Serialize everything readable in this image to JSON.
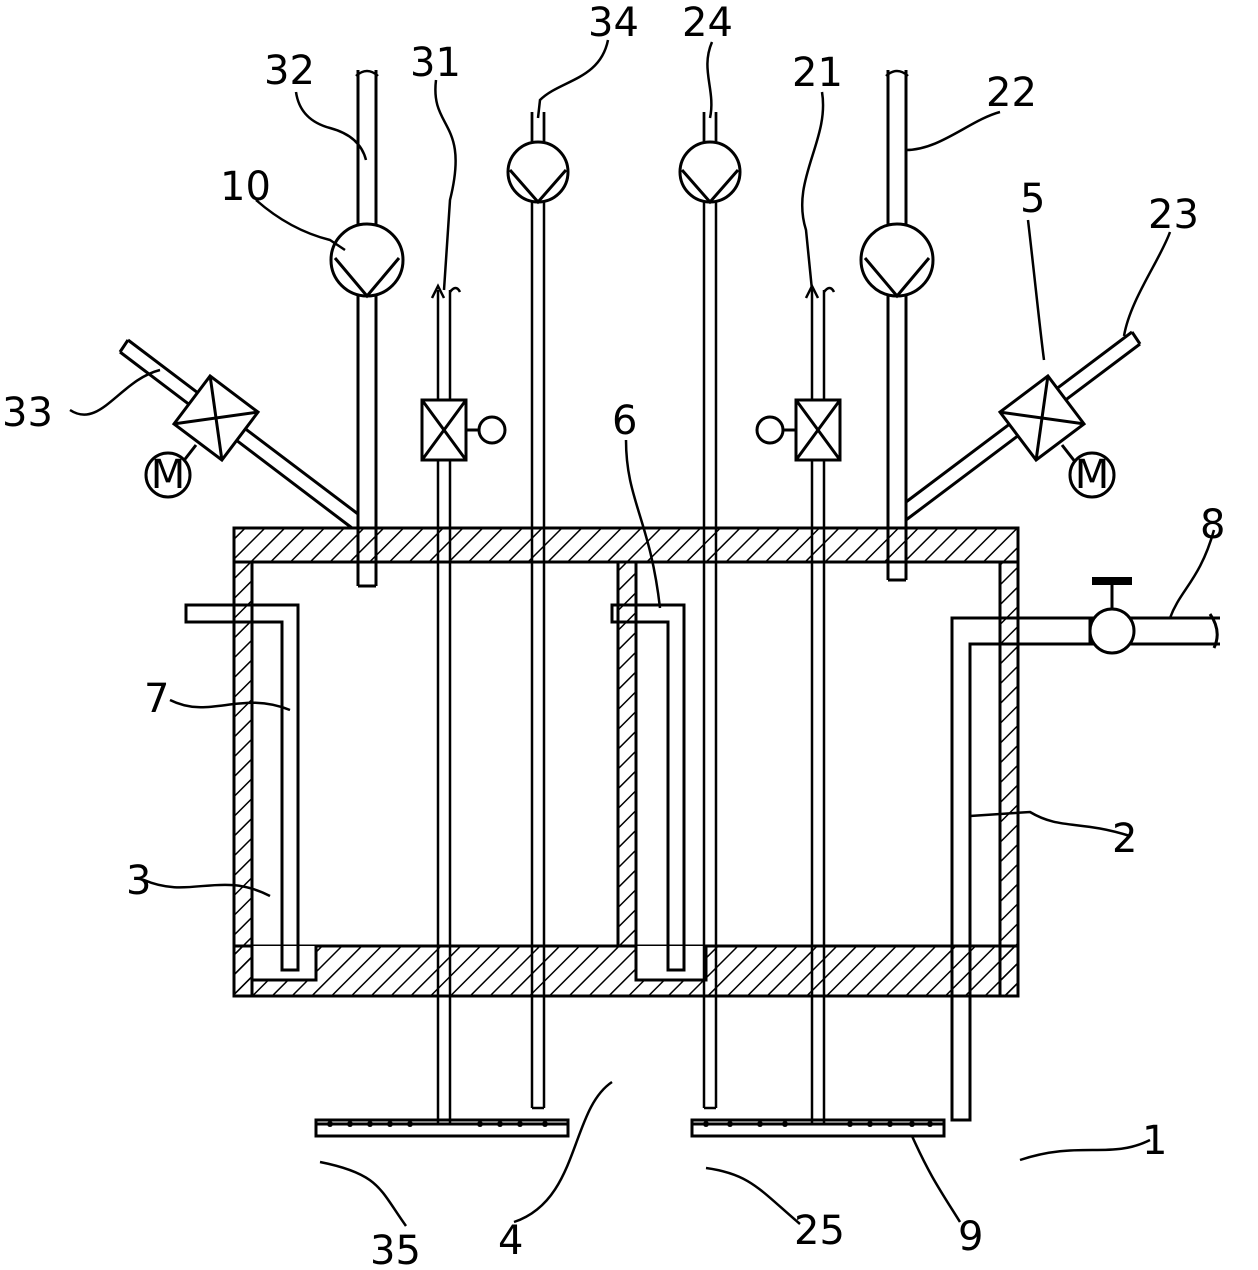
{
  "diagram": {
    "labels": {
      "l32": "32",
      "l31": "31",
      "l34": "34",
      "l24": "24",
      "l21": "21",
      "l22": "22",
      "l10": "10",
      "l5": "5",
      "l23": "23",
      "l33": "33",
      "l6": "6",
      "l8": "8",
      "l7": "7",
      "l2": "2",
      "l3": "3",
      "l1": "1",
      "l35": "35",
      "l4": "4",
      "l25": "25",
      "l9": "9"
    },
    "motor_symbol": "M"
  }
}
